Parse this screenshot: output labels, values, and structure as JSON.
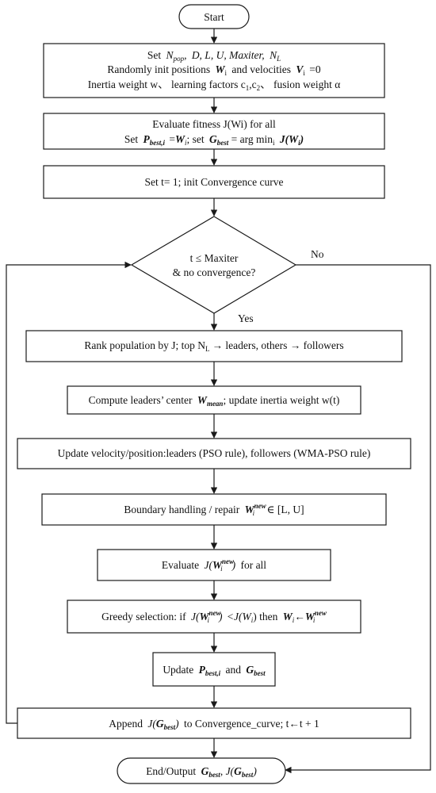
{
  "start": "Start",
  "init": {
    "set": "Set",
    "params": "D, L, U, Maxiter,",
    "npop_base": "N",
    "npop_sub": "pop",
    "comma": ",",
    "nl_base": "N",
    "nl_sub": "L",
    "line2_a": "Randomly init positions",
    "line2_w": "W",
    "line2_w_sub": "i",
    "line2_b": "and velocities",
    "line2_v": "V",
    "line2_v_sub": "i",
    "line2_c": "=0",
    "line3_a": "Inertia weight w、 learning factors c",
    "line3_c1": "1",
    "line3_comma": ",c",
    "line3_c2": "2",
    "line3_b": "、 fusion weight α"
  },
  "evaluate": {
    "line1": "Evaluate fitness J(Wi) for all",
    "set": "Set",
    "p": "P",
    "p_sub": "best,i",
    "eq": "=",
    "w": "W",
    "w_sub": "i",
    "mid": "; set",
    "g": "G",
    "g_sub": "best",
    "argmin": "= arg min",
    "argmin_sub": "i",
    "jw": "J(W",
    "jw_sub": "i",
    "jw_close": ")"
  },
  "set_t": "Set t= 1; init Convergence curve",
  "decision": {
    "line1": "t ≤ Maxiter",
    "line2": "& no convergence?",
    "no": "No",
    "yes": "Yes"
  },
  "rank": {
    "a": "Rank population by J; top N",
    "sub": "L",
    "b": "→ leaders, others → followers"
  },
  "compute": {
    "a": "Compute leaders’ center",
    "w": "W",
    "w_sub": "mean",
    "b": "; update inertia weight w(t)"
  },
  "update_vel": "Update velocity/position:leaders (PSO rule), followers (WMA-PSO rule)",
  "boundary": {
    "a": "Boundary handling / repair",
    "w": "W",
    "sub": "i",
    "sup": "new",
    "b": "∈ [L, U]"
  },
  "evaluate_new": {
    "a": "Evaluate",
    "j": "J(",
    "w": "W",
    "sub": "i",
    "sup": "new",
    "close": ")",
    "b": "for all"
  },
  "greedy": {
    "a": "Greedy selection: if",
    "j1": "J(",
    "w1": "W",
    "sub1": "i",
    "sup1": "new",
    "close1": ")",
    "lt": "<J(W",
    "sub2": "i",
    "mid": ") then",
    "w2": "W",
    "sub3": "i",
    "arrow": "←",
    "w3": "W",
    "sub4": "i",
    "sup4": "new"
  },
  "update_best": {
    "a": "Update",
    "p": "P",
    "p_sub": "best,i",
    "and": "and",
    "g": "G",
    "g_sub": "best"
  },
  "append": {
    "a": "Append",
    "j": "J(",
    "g": "G",
    "g_sub": "best",
    "close": ")",
    "b": "to Convergence_curve; t←t + 1"
  },
  "end": {
    "a": "End/Output",
    "g": "G",
    "g_sub": "best",
    "comma": ",",
    "j": "J(",
    "g2": "G",
    "g2_sub": "best",
    "close": ")"
  }
}
